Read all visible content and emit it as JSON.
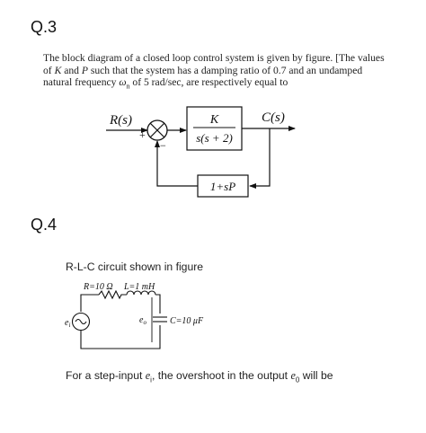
{
  "q3": {
    "number": "Q.3",
    "text_line1": "The block diagram of a closed loop control system is given by figure. [The values",
    "text_line2_a": "of ",
    "text_line2_K": "K",
    "text_line2_b": " and ",
    "text_line2_P": "P",
    "text_line2_c": " such that the system has a damping ratio of 0.7 and an undamped",
    "text_line3_a": "natural frequency ",
    "text_line3_w": "ω",
    "text_line3_sub": "n",
    "text_line3_b": " of 5 rad/sec, are respectively equal to",
    "diagram": {
      "input_label": "R(s)",
      "output_label": "C(s)",
      "plus_sign": "+",
      "minus_sign": "−",
      "forward_num": "K",
      "forward_den": "s(s + 2)",
      "feedback_block": "1+sP"
    }
  },
  "q4": {
    "number": "Q.4",
    "intro": "R-L-C circuit shown in figure",
    "circuit": {
      "resistor_label": "R=10 Ω",
      "inductor_label": "L=1 mH",
      "capacitor_label": "C=10 μF",
      "source_label": "e",
      "source_sub": "i",
      "output_label": "e",
      "output_sub": "o"
    },
    "question_a": "For a step-input ",
    "question_ei": "e",
    "question_ei_sub": "i",
    "question_b": ", the overshoot in the output ",
    "question_eo": "e",
    "question_eo_sub": "0",
    "question_c": " will be"
  }
}
